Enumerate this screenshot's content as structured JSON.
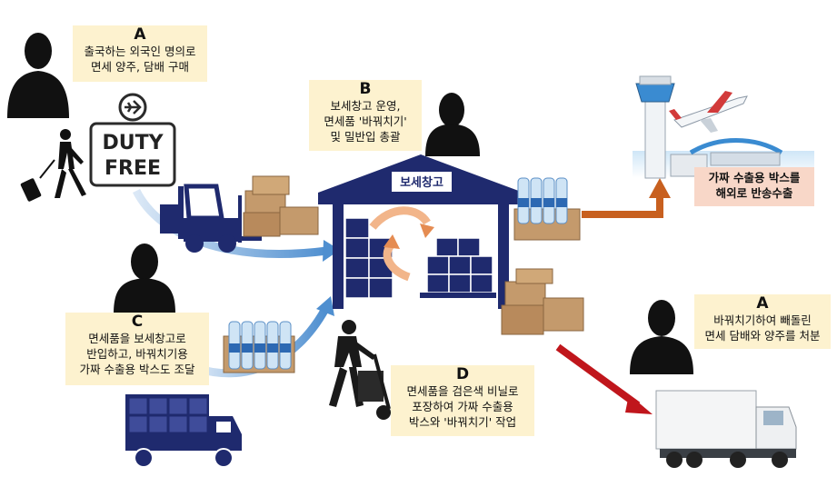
{
  "actors": {
    "A_top": {
      "letter": "A",
      "lines": [
        "출국하는 외국인 명의로",
        "면세 양주, 담배 구매"
      ]
    },
    "B": {
      "letter": "B",
      "lines": [
        "보세창고 운영,",
        "면세품 '바꿔치기'",
        "및 밀반입 총괄"
      ]
    },
    "C": {
      "letter": "C",
      "lines": [
        "면세품을 보세창고로",
        "반입하고, 바꿔치기용",
        "가짜 수출용 박스도 조달"
      ]
    },
    "D": {
      "letter": "D",
      "lines": [
        "면세품을 검은색 비닐로",
        "포장하여 가짜 수출용",
        "박스와 '바꿔치기' 작업"
      ]
    },
    "A_bottom": {
      "letter": "A",
      "lines": [
        "바꿔치기하여 빼돌린",
        "면세 담배와 양주를 처분"
      ]
    }
  },
  "warehouse_label": "보세창고",
  "export_note": {
    "lines": [
      "가짜 수출용 박스를",
      "해외로 반송수출"
    ]
  },
  "duty_free_sign": {
    "line1": "DUTY",
    "line2": "FREE"
  },
  "icons": [
    "person-silhouette-icon",
    "traveler-icon",
    "duty-free-icon",
    "forklift-icon",
    "warehouse-icon",
    "hand-truck-worker-icon",
    "truck-icon",
    "airport-icon",
    "airplane-icon",
    "semi-truck-icon",
    "box-icon",
    "water-bottle-pack-icon"
  ],
  "colors": {
    "navy": "#1f2a6e",
    "label_bg": "#fdf2cf",
    "pink_bg": "#f8d7c8",
    "orange_arrow": "#c8601f",
    "red_arrow": "#c0161c",
    "blue_arrow": "#5b9bd5",
    "box": "#c49a6c"
  }
}
